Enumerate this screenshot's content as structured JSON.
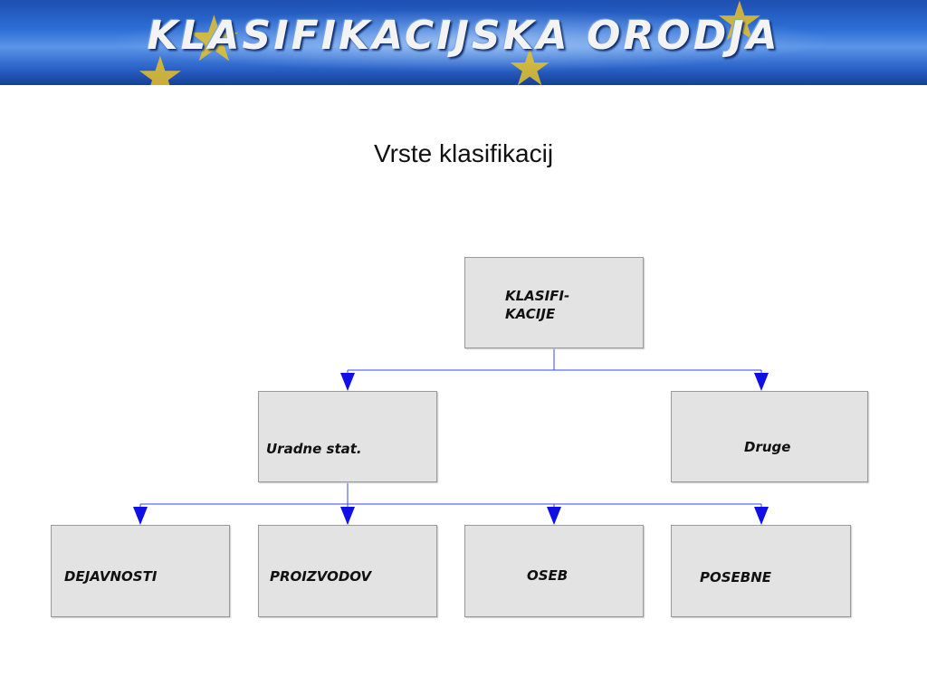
{
  "banner": {
    "title": "KLASIFIKACIJSKA ORODJA"
  },
  "slide": {
    "title": "Vrste klasifikacij"
  },
  "diagram": {
    "root": "KLASIFI-\nKACIJE",
    "level2": {
      "official": "Uradne stat.",
      "other": "Druge"
    },
    "level3": {
      "activities": "DEJAVNOSTI",
      "products": "PROIZVODOV",
      "persons": "OSEB",
      "special": "POSEBNE"
    }
  },
  "colors": {
    "connector": "#0000ee",
    "box_fill": "#e3e3e3",
    "box_border": "#9a9a9a",
    "banner_blue": "#2e6fd6",
    "star": "#e6c22a"
  }
}
